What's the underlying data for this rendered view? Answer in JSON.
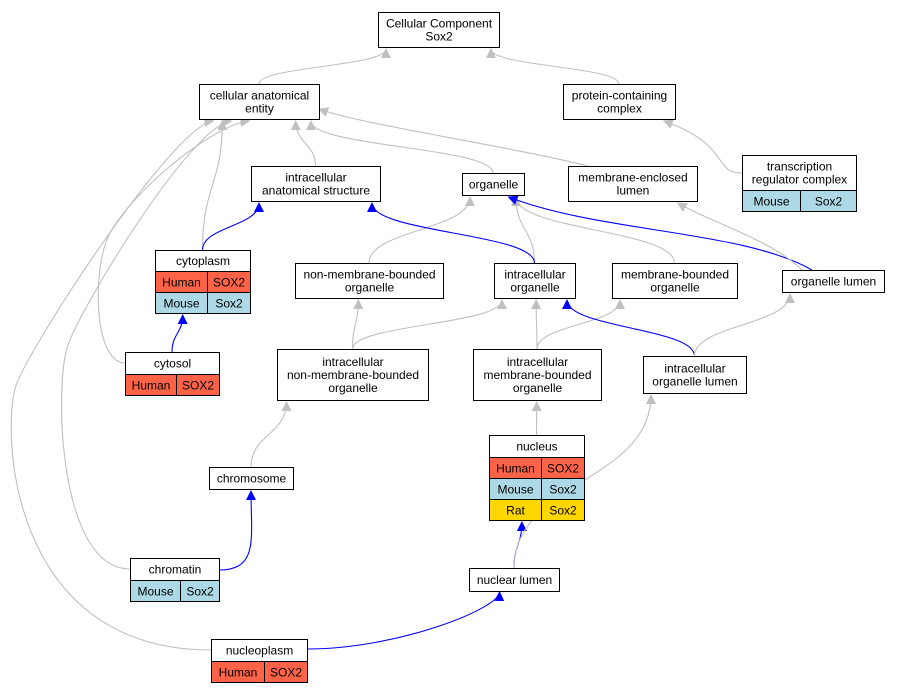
{
  "nodes": {
    "root": {
      "lines": [
        "Cellular Component",
        "Sox2"
      ]
    },
    "cae": {
      "lines": [
        "cellular anatomical",
        "entity"
      ]
    },
    "pcc": {
      "lines": [
        "protein-containing",
        "complex"
      ]
    },
    "ias": {
      "lines": [
        "intracellular",
        "anatomical structure"
      ]
    },
    "organelle": {
      "lines": [
        "organelle"
      ]
    },
    "mel": {
      "lines": [
        "membrane-enclosed",
        "lumen"
      ]
    },
    "trc": {
      "lines": [
        "transcription",
        "regulator complex"
      ],
      "rows": [
        {
          "species": "Mouse",
          "gene": "Sox2",
          "color": "#add8e6"
        }
      ]
    },
    "cytoplasm": {
      "lines": [
        "cytoplasm"
      ],
      "rows": [
        {
          "species": "Human",
          "gene": "SOX2",
          "color": "#ff6347"
        },
        {
          "species": "Mouse",
          "gene": "Sox2",
          "color": "#add8e6"
        }
      ]
    },
    "nmbo": {
      "lines": [
        "non-membrane-bounded",
        "organelle"
      ]
    },
    "io": {
      "lines": [
        "intracellular",
        "organelle"
      ]
    },
    "mbo": {
      "lines": [
        "membrane-bounded",
        "organelle"
      ]
    },
    "ol": {
      "lines": [
        "organelle lumen"
      ]
    },
    "cytosol": {
      "lines": [
        "cytosol"
      ],
      "rows": [
        {
          "species": "Human",
          "gene": "SOX2",
          "color": "#ff6347"
        }
      ]
    },
    "inmbo": {
      "lines": [
        "intracellular",
        "non-membrane-bounded",
        "organelle"
      ]
    },
    "imbo": {
      "lines": [
        "intracellular",
        "membrane-bounded",
        "organelle"
      ]
    },
    "iol": {
      "lines": [
        "intracellular",
        "organelle lumen"
      ]
    },
    "nucleus": {
      "lines": [
        "nucleus"
      ],
      "rows": [
        {
          "species": "Human",
          "gene": "SOX2",
          "color": "#ff6347"
        },
        {
          "species": "Mouse",
          "gene": "Sox2",
          "color": "#add8e6"
        },
        {
          "species": "Rat",
          "gene": "Sox2",
          "color": "#ffd700"
        }
      ]
    },
    "chromosome": {
      "lines": [
        "chromosome"
      ]
    },
    "chromatin": {
      "lines": [
        "chromatin"
      ],
      "rows": [
        {
          "species": "Mouse",
          "gene": "Sox2",
          "color": "#add8e6"
        }
      ]
    },
    "nlumen": {
      "lines": [
        "nuclear lumen"
      ]
    },
    "nucleoplasm": {
      "lines": [
        "nucleoplasm"
      ],
      "rows": [
        {
          "species": "Human",
          "gene": "SOX2",
          "color": "#ff6347"
        }
      ]
    }
  },
  "edges": [
    {
      "from": "cae",
      "to": "root",
      "color": "#c0c0c0"
    },
    {
      "from": "pcc",
      "to": "root",
      "color": "#c0c0c0"
    },
    {
      "from": "trc",
      "to": "pcc",
      "color": "#c0c0c0"
    },
    {
      "from": "ias",
      "to": "cae",
      "color": "#c0c0c0"
    },
    {
      "from": "organelle",
      "to": "cae",
      "color": "#c0c0c0"
    },
    {
      "from": "mel",
      "to": "cae",
      "color": "#c0c0c0"
    },
    {
      "from": "cytoplasm",
      "to": "cae",
      "color": "#c0c0c0"
    },
    {
      "from": "cytoplasm",
      "to": "ias",
      "color": "#0000ff"
    },
    {
      "from": "cytosol",
      "to": "cae",
      "color": "#c0c0c0"
    },
    {
      "from": "cytosol",
      "to": "cytoplasm",
      "color": "#0000ff"
    },
    {
      "from": "chromatin",
      "to": "cae",
      "color": "#c0c0c0"
    },
    {
      "from": "nucleoplasm",
      "to": "cae",
      "color": "#c0c0c0"
    },
    {
      "from": "nmbo",
      "to": "organelle",
      "color": "#c0c0c0"
    },
    {
      "from": "io",
      "to": "organelle",
      "color": "#c0c0c0"
    },
    {
      "from": "io",
      "to": "ias",
      "color": "#0000ff"
    },
    {
      "from": "mbo",
      "to": "organelle",
      "color": "#c0c0c0"
    },
    {
      "from": "ol",
      "to": "organelle",
      "color": "#0000ff"
    },
    {
      "from": "ol",
      "to": "mel",
      "color": "#c0c0c0"
    },
    {
      "from": "inmbo",
      "to": "nmbo",
      "color": "#c0c0c0"
    },
    {
      "from": "inmbo",
      "to": "io",
      "color": "#c0c0c0"
    },
    {
      "from": "imbo",
      "to": "io",
      "color": "#c0c0c0"
    },
    {
      "from": "imbo",
      "to": "mbo",
      "color": "#c0c0c0"
    },
    {
      "from": "iol",
      "to": "io",
      "color": "#0000ff"
    },
    {
      "from": "iol",
      "to": "ol",
      "color": "#c0c0c0"
    },
    {
      "from": "chromosome",
      "to": "inmbo",
      "color": "#c0c0c0"
    },
    {
      "from": "chromatin",
      "to": "chromosome",
      "color": "#0000ff"
    },
    {
      "from": "nucleus",
      "to": "imbo",
      "color": "#c0c0c0"
    },
    {
      "from": "nlumen",
      "to": "nucleus",
      "color": "#0000ff"
    },
    {
      "from": "nlumen",
      "to": "iol",
      "color": "#c0c0c0"
    },
    {
      "from": "nucleoplasm",
      "to": "nlumen",
      "color": "#0000ff"
    }
  ]
}
